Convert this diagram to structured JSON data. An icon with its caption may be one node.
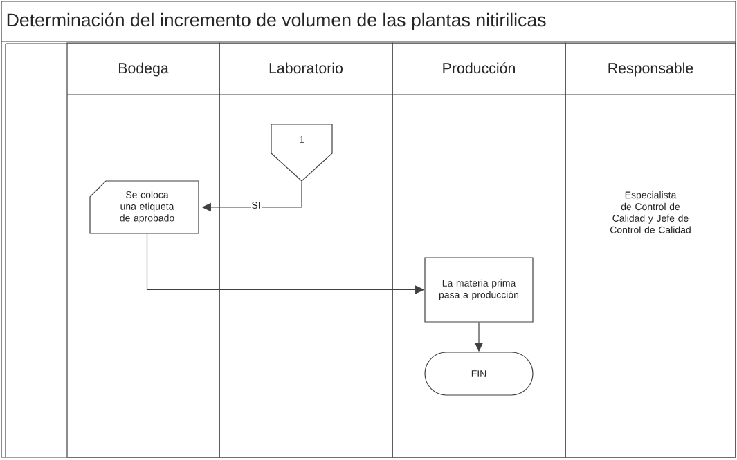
{
  "diagram": {
    "title": "Determinación del incremento de volumen de las plantas nitirilicas",
    "nodes": [
      {
        "text": [
          "Bodega"
        ]
      },
      {
        "text": [
          "Laboratorio"
        ]
      },
      {
        "text": [
          "Producción"
        ]
      },
      {
        "text": [
          "Responsable",
          "Especialista de Control de Calidad y Jefe de Control de Calidad"
        ]
      },
      {
        "text": [
          "1"
        ],
        "in": 1
      },
      {
        "text": [
          "Se coloca una etiqueta de aprobado"
        ],
        "in": 0
      },
      {
        "text": [
          "La materia prima pasa a producción"
        ],
        "in": 2
      },
      {
        "text": [
          "FIN"
        ],
        "in": 2
      }
    ],
    "edges": [
      {
        "from": 4,
        "to": 5,
        "arrow": "to",
        "label": "SI"
      },
      {
        "from": 5,
        "to": 6,
        "arrow": "to"
      },
      {
        "from": 6,
        "to": 7,
        "arrow": "to"
      }
    ]
  }
}
